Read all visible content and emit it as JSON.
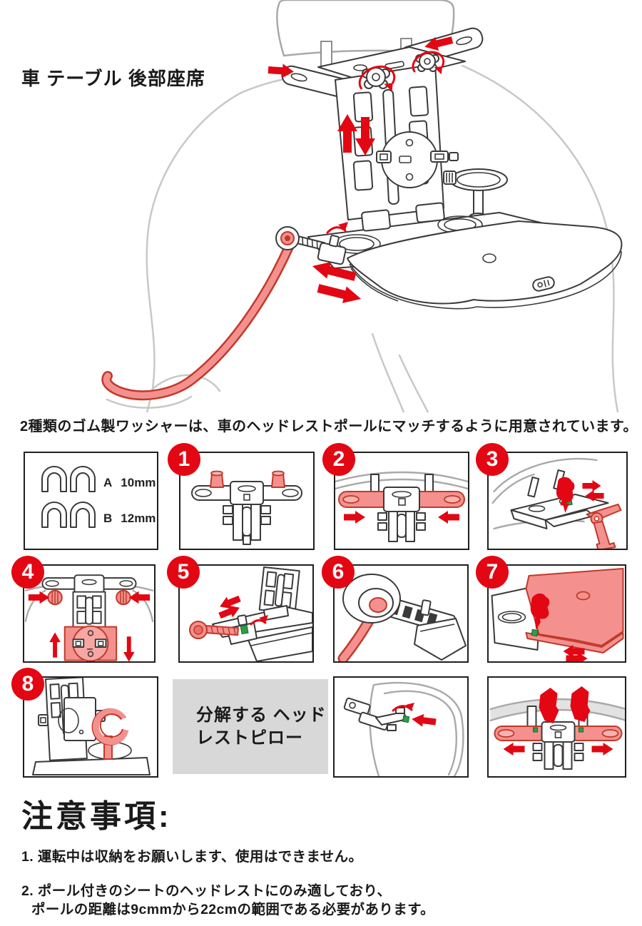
{
  "title": "車 テーブル 後部座席",
  "intro": "2種類のゴム製ワッシャーは、車のヘッドレストポールにマッチするように用意されています。",
  "washers": {
    "a_letter": "A",
    "a_size": "10mm",
    "b_letter": "B",
    "b_size": "12mm"
  },
  "steps": [
    "1",
    "2",
    "3",
    "4",
    "5",
    "6",
    "7",
    "8"
  ],
  "disassemble": {
    "line1": "分解する ヘッド",
    "line2": "レストピロー"
  },
  "notice": {
    "heading": "注意事項:",
    "item1": "1. 運転中は収納をお願いします、使用はできません。",
    "item2_line1": "2. ポール付きのシートのヘッドレストにのみ適しており、",
    "item2_line2": "ポールの距離は9cmmから22cmの範囲である必要があります。"
  },
  "colors": {
    "red": "#e30613",
    "pink": "#f4918e",
    "pink_dark": "#c0392b",
    "panel_gray": "#d8d8d8",
    "line": "#3a3a3a",
    "seat_line": "#c8c8c8"
  }
}
